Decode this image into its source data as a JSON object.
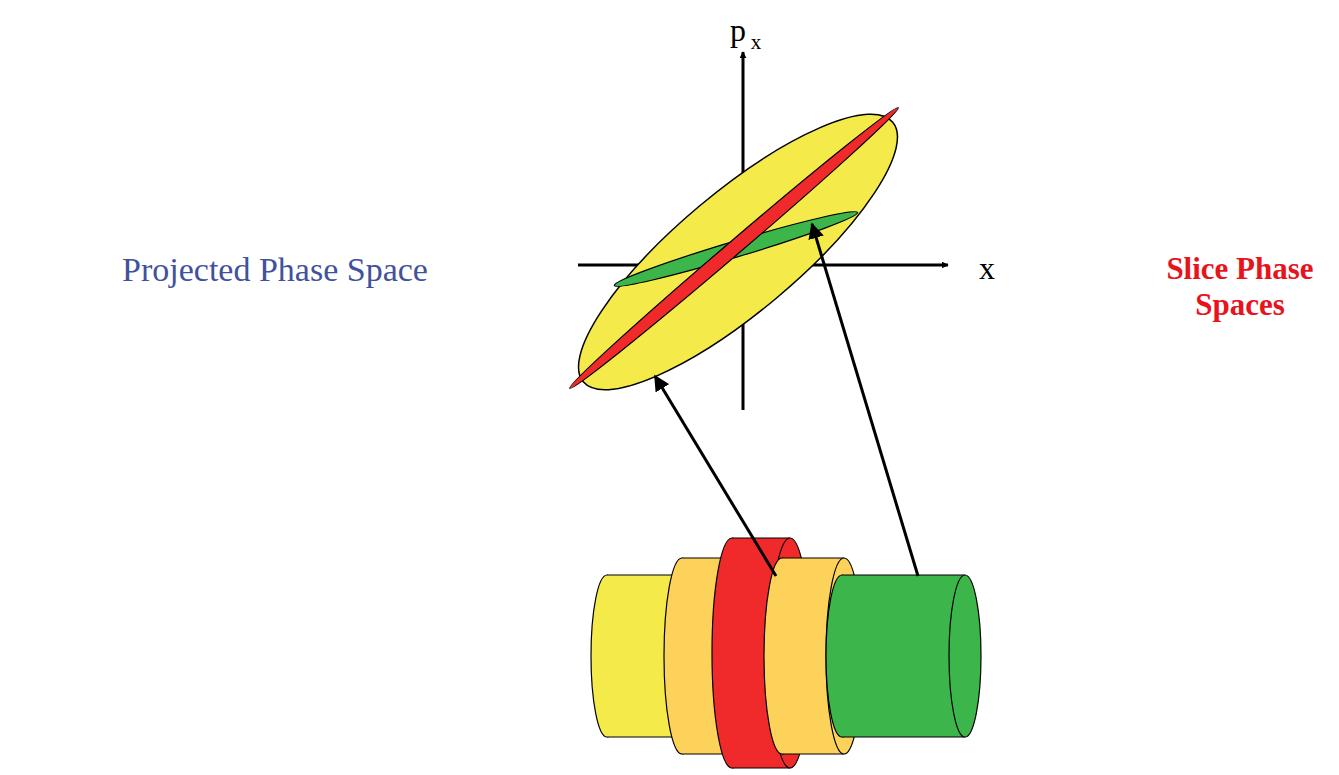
{
  "diagram": {
    "labels": [
      "Projected Phase Space",
      "Slice Phase Spaces",
      "p",
      "x",
      "x"
    ]
  }
}
